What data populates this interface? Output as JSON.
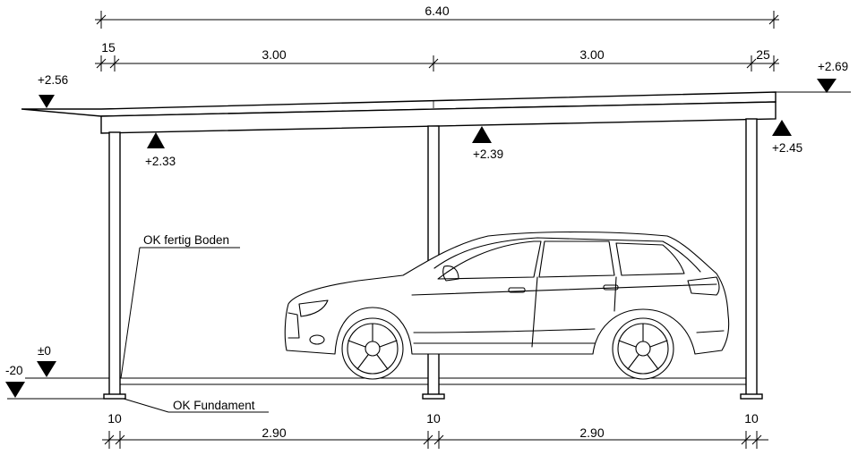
{
  "dimensions": {
    "overall": "6.40",
    "top_left_offset": "15",
    "top_span_left": "3.00",
    "top_span_right": "3.00",
    "top_right_offset": "25",
    "post_left": "10",
    "post_mid": "10",
    "post_right": "10",
    "bottom_span_left": "2.90",
    "bottom_span_right": "2.90"
  },
  "levels": {
    "roof_left": "+2.56",
    "roof_right": "+2.69",
    "beam_left": "+2.33",
    "beam_mid": "+2.39",
    "beam_right": "+2.45",
    "floor": "±0",
    "foundation": "-20"
  },
  "annotations": {
    "floor_label": "OK fertig Boden",
    "foundation_label": "OK Fundament"
  }
}
